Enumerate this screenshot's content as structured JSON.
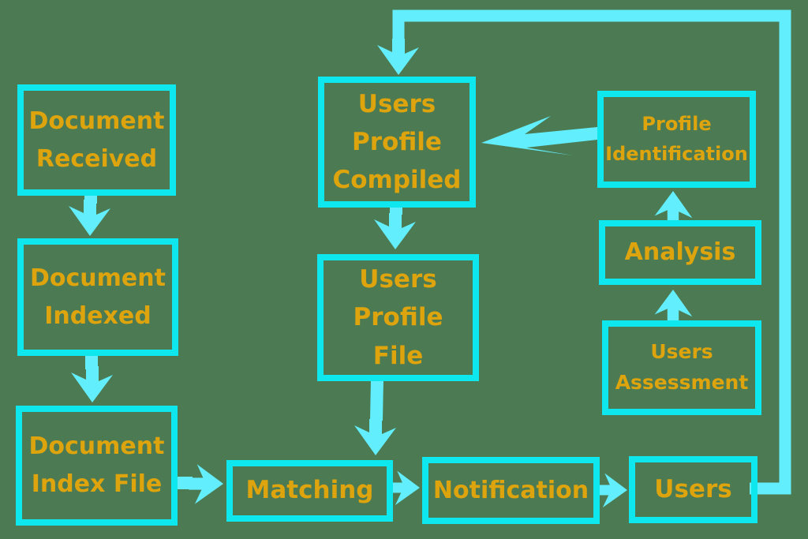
{
  "diagram": {
    "type": "flowchart",
    "colors": {
      "background": "#4c7a52",
      "box_border": "#0fe7ef",
      "connector": "#62eefc",
      "label": "#dda40e"
    },
    "nodes": [
      {
        "id": "document-received",
        "label": "Document\nReceived"
      },
      {
        "id": "document-indexed",
        "label": "Document\nIndexed"
      },
      {
        "id": "document-index-file",
        "label": "Document\nIndex File"
      },
      {
        "id": "users-profile-compiled",
        "label": "Users\nProfile\nCompiled"
      },
      {
        "id": "users-profile-file",
        "label": "Users\nProfile\nFile"
      },
      {
        "id": "matching",
        "label": "Matching"
      },
      {
        "id": "notification",
        "label": "Notification"
      },
      {
        "id": "users",
        "label": "Users"
      },
      {
        "id": "profile-identification",
        "label": "Profile\nIdentification"
      },
      {
        "id": "analysis",
        "label": "Analysis"
      },
      {
        "id": "users-assessment",
        "label": "Users\nAssessment"
      }
    ],
    "edges": [
      {
        "from": "document-received",
        "to": "document-indexed"
      },
      {
        "from": "document-indexed",
        "to": "document-index-file"
      },
      {
        "from": "document-index-file",
        "to": "matching"
      },
      {
        "from": "users-profile-compiled",
        "to": "users-profile-file"
      },
      {
        "from": "users-profile-file",
        "to": "matching"
      },
      {
        "from": "matching",
        "to": "notification"
      },
      {
        "from": "notification",
        "to": "users"
      },
      {
        "from": "users",
        "to": "users-profile-compiled",
        "route": "loop-right-top"
      },
      {
        "from": "profile-identification",
        "to": "users-profile-compiled"
      },
      {
        "from": "users-assessment",
        "to": "analysis"
      },
      {
        "from": "analysis",
        "to": "profile-identification"
      }
    ]
  }
}
